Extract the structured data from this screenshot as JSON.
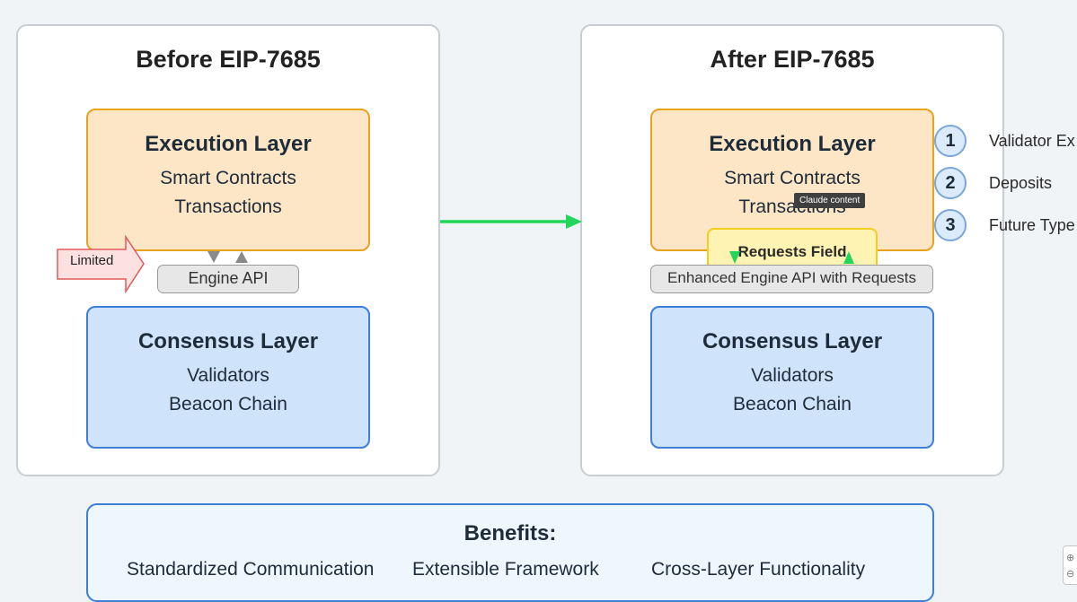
{
  "before": {
    "title": "Before EIP-7685",
    "execution": {
      "title": "Execution Layer",
      "line1": "Smart Contracts",
      "line2": "Transactions"
    },
    "api_label": "Engine API",
    "limited_label": "Limited",
    "consensus": {
      "title": "Consensus Layer",
      "line1": "Validators",
      "line2": "Beacon Chain"
    }
  },
  "after": {
    "title": "After EIP-7685",
    "execution": {
      "title": "Execution Layer",
      "line1": "Smart Contracts",
      "line2": "Transactions"
    },
    "requests_label": "Requests Field",
    "api_label": "Enhanced Engine API with Requests",
    "consensus": {
      "title": "Consensus Layer",
      "line1": "Validators",
      "line2": "Beacon Chain"
    },
    "request_types": [
      {
        "number": "1",
        "label": "Validator Ex"
      },
      {
        "number": "2",
        "label": "Deposits"
      },
      {
        "number": "3",
        "label": "Future Type"
      }
    ]
  },
  "tooltip": "Claude content",
  "benefits": {
    "title": "Benefits:",
    "items": [
      "Standardized Communication",
      "Extensible Framework",
      "Cross-Layer Functionality"
    ]
  },
  "colors": {
    "execution_fill": "#fde6c6",
    "execution_border": "#e8a21e",
    "consensus_fill": "#cfe3fb",
    "consensus_border": "#3d7fd6",
    "transition_arrow": "#22d65a",
    "limited_fill": "#fde0e0",
    "limited_border": "#e05a5a",
    "requests_fill": "#fff3b4",
    "requests_border": "#f3ce1e"
  },
  "icons": [
    "limited-arrow-icon",
    "transition-arrow-icon",
    "up-arrow-icon",
    "down-arrow-icon",
    "zoom-in-icon",
    "zoom-out-icon"
  ]
}
